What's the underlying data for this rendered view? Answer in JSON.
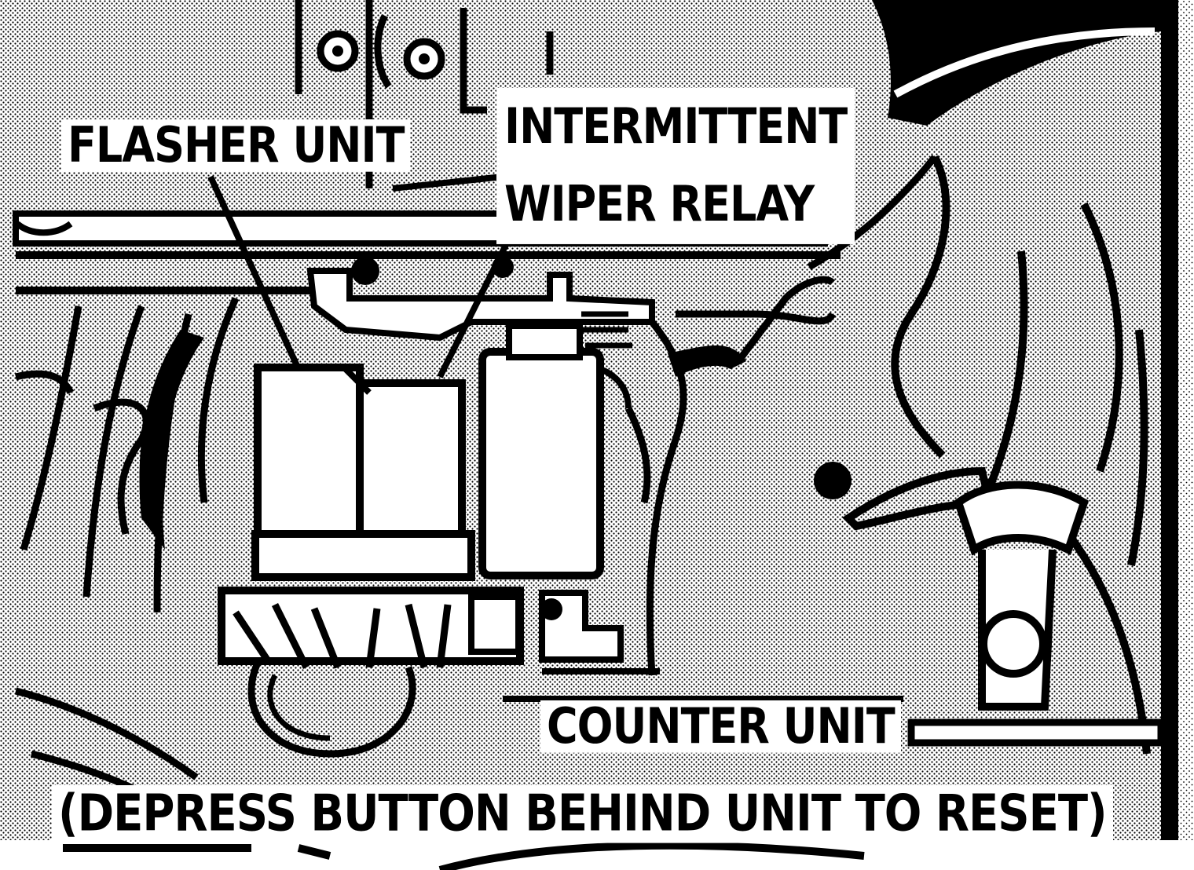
{
  "diagram": {
    "labels": {
      "flasher_unit": "FLASHER UNIT",
      "intermittent_wiper_relay_line1": "INTERMITTENT",
      "intermittent_wiper_relay_line2": "WIPER RELAY",
      "counter_unit": "COUNTER UNIT",
      "reset_note": "(DEPRESS BUTTON BEHIND UNIT TO RESET)"
    },
    "colors": {
      "ink": "#000000",
      "paper": "#ffffff",
      "halftone": "#9a9a9a"
    }
  }
}
